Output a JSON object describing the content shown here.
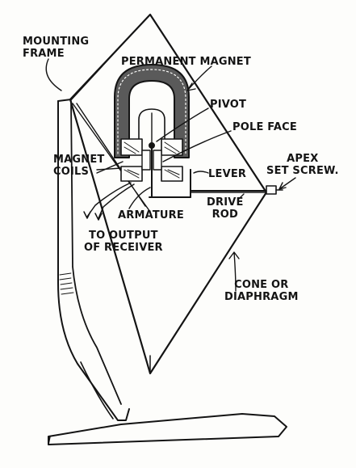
{
  "labels": {
    "mounting_frame": [
      "MOUNTING",
      "FRAME"
    ],
    "permanent_magnet": "PERMANENT MAGNET",
    "pivot": "PIVOT",
    "pole_face": "POLE FACE",
    "apex_set_screw": [
      "APEX",
      "SET SCREW."
    ],
    "magnet_coils": [
      "MAGNET",
      "COILS"
    ],
    "lever": "LEVER",
    "drive_rod": [
      "DRIVE",
      "ROD"
    ],
    "armature": "ARMATURE",
    "to_output": [
      "TO OUTPUT",
      "OF RECEIVER"
    ],
    "cone": [
      "CONE OR",
      "DIAPHRAGM"
    ]
  },
  "colors": {
    "ink": "#141414",
    "paper": "#fdfdfb",
    "magnet_fill": "#5a5a5a"
  }
}
